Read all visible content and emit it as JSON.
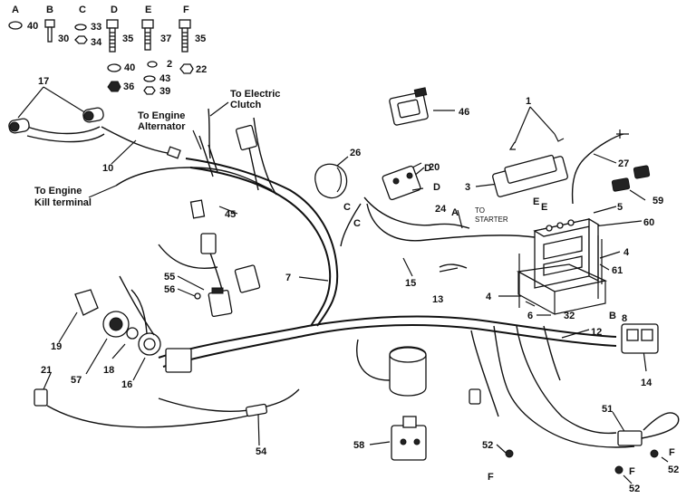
{
  "hardware_letters": [
    "A",
    "B",
    "C",
    "D",
    "E",
    "F"
  ],
  "hardware_numbers": {
    "a40": "40",
    "b30": "30",
    "c33": "33",
    "c34": "34",
    "d35": "35",
    "e37": "37",
    "f35": "35",
    "d40": "40",
    "e2": "2",
    "f22": "22",
    "d36": "36",
    "e43": "43",
    "e39": "39"
  },
  "callouts": {
    "to_electric_clutch_1": "To Electric",
    "to_electric_clutch_2": "Clutch",
    "to_engine_alternator_1": "To Engine",
    "to_engine_alternator_2": "Alternator",
    "to_engine_kill_1": "To Engine",
    "to_engine_kill_2": "Kill terminal",
    "to_starter_1": "TO",
    "to_starter_2": "STARTER"
  },
  "part_numbers": {
    "p17": "17",
    "p10": "10",
    "p46": "46",
    "p1": "1",
    "p26": "26",
    "p20": "20",
    "p27": "27",
    "p3": "3",
    "p59": "59",
    "p5": "5",
    "p60": "60",
    "p45": "45",
    "p24": "24",
    "p4a": "4",
    "p61": "61",
    "p7": "7",
    "p15": "15",
    "p13": "13",
    "p4b": "4",
    "p55": "55",
    "p56": "56",
    "p6": "6",
    "p32": "32",
    "p8": "8",
    "p19": "19",
    "p12": "12",
    "p57": "57",
    "p18": "18",
    "p16": "16",
    "p14": "14",
    "p21": "21",
    "p51": "51",
    "p54": "54",
    "p58": "58",
    "p52a": "52",
    "p52b": "52",
    "p52c": "52"
  },
  "letter_tags": {
    "d1": "D",
    "d2": "D",
    "a": "A",
    "c1": "C",
    "c2": "C",
    "e1": "E",
    "e2": "E",
    "b": "B",
    "f1": "F",
    "f2": "F",
    "f3": "F"
  }
}
